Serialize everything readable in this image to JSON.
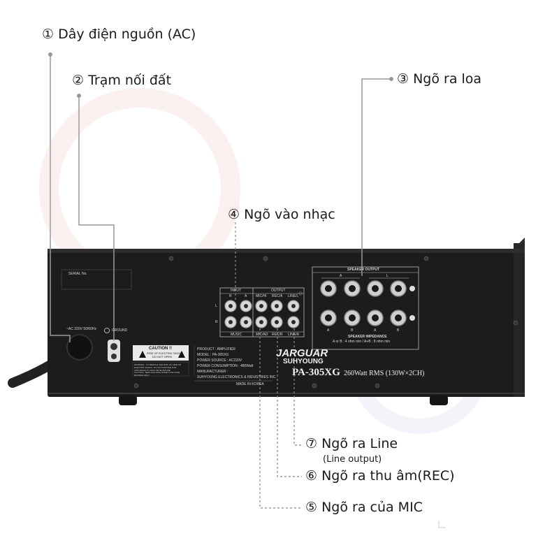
{
  "callouts": {
    "c1": "① Dây điện nguồn (AC)",
    "c2": "② Trạm nối đất",
    "c3": "③ Ngõ ra loa",
    "c4": "④ Ngõ vào nhạc",
    "c5": "⑤ Ngõ ra của MIC",
    "c6": "⑥ Ngõ ra thu âm(REC)",
    "c7": "⑦ Ngõ ra Line",
    "c7_sub": "(Line output)"
  },
  "panel": {
    "serial": "SERIAL No.",
    "power_label": "~AC 220V 50/60Hz",
    "ground_label": "GROUND",
    "caution_title": "CAUTION !!",
    "caution_line1": "RISK OF ELECTRIC SHOCK",
    "caution_line2": "DO NOT OPEN",
    "warning_text": "WARNING : TO REDUCE THE RISK OF FIRE OR ELECTRIC SHOCK, DO NOT EXPOSE THIS APPLIANCE TO RAIN OR MOISTURE",
    "caution_text": "CAUTION : REPLACE WITH SAME TYPE FUSE RATINGS ONLY",
    "product": "PRODUCT : AMPLIFIER",
    "model": "MODEL : PA-305XG",
    "power_source": "POWER SOURCE : AC220V",
    "power_consumption": "POWER CONSUMPTION : 480Watt",
    "manufacturer": "MANUFACTURER :",
    "maker": "SUHYOUNG ELECTRONICS & INDUSTRIES INC.",
    "made_in": "MADE IN KOREA",
    "input_label": "INPUT",
    "output_label": "OUTPUT",
    "col_r": "R",
    "col_a": "A",
    "col_mic": "MIC/HI",
    "col_reca": "REC/A",
    "col_line": "LINE/L",
    "row_l": "L",
    "row_r": "R",
    "music_label": "MUSIC",
    "micad_label": "MIC/AD",
    "rec_label": "REC/R",
    "lineout_label": "LINE/R",
    "speaker_output": "SPEAKER OUTPUT",
    "spk_a": "A",
    "spk_l": "L",
    "spk_bottom": [
      "A",
      "B",
      "A",
      "B"
    ],
    "speaker_impedance": "SPEAKER IMPEDANCE",
    "impedance_values": "A or B : 4 ohm min / A+B : 8 ohm min",
    "brand": "JARGUAR",
    "brand2": "SUHYOUNG",
    "model_big": "PA-305XG",
    "rating": "260Watt RMS (130W×2CH)"
  },
  "colors": {
    "chassis": "#1c1c1c",
    "leader_solid": "#999999",
    "leader_dashed": "#888888",
    "text": "#1a1a1a"
  },
  "icons": [
    "warning-triangle-icon",
    "ground-symbol-icon",
    "plus-terminal-icon",
    "minus-terminal-icon"
  ]
}
